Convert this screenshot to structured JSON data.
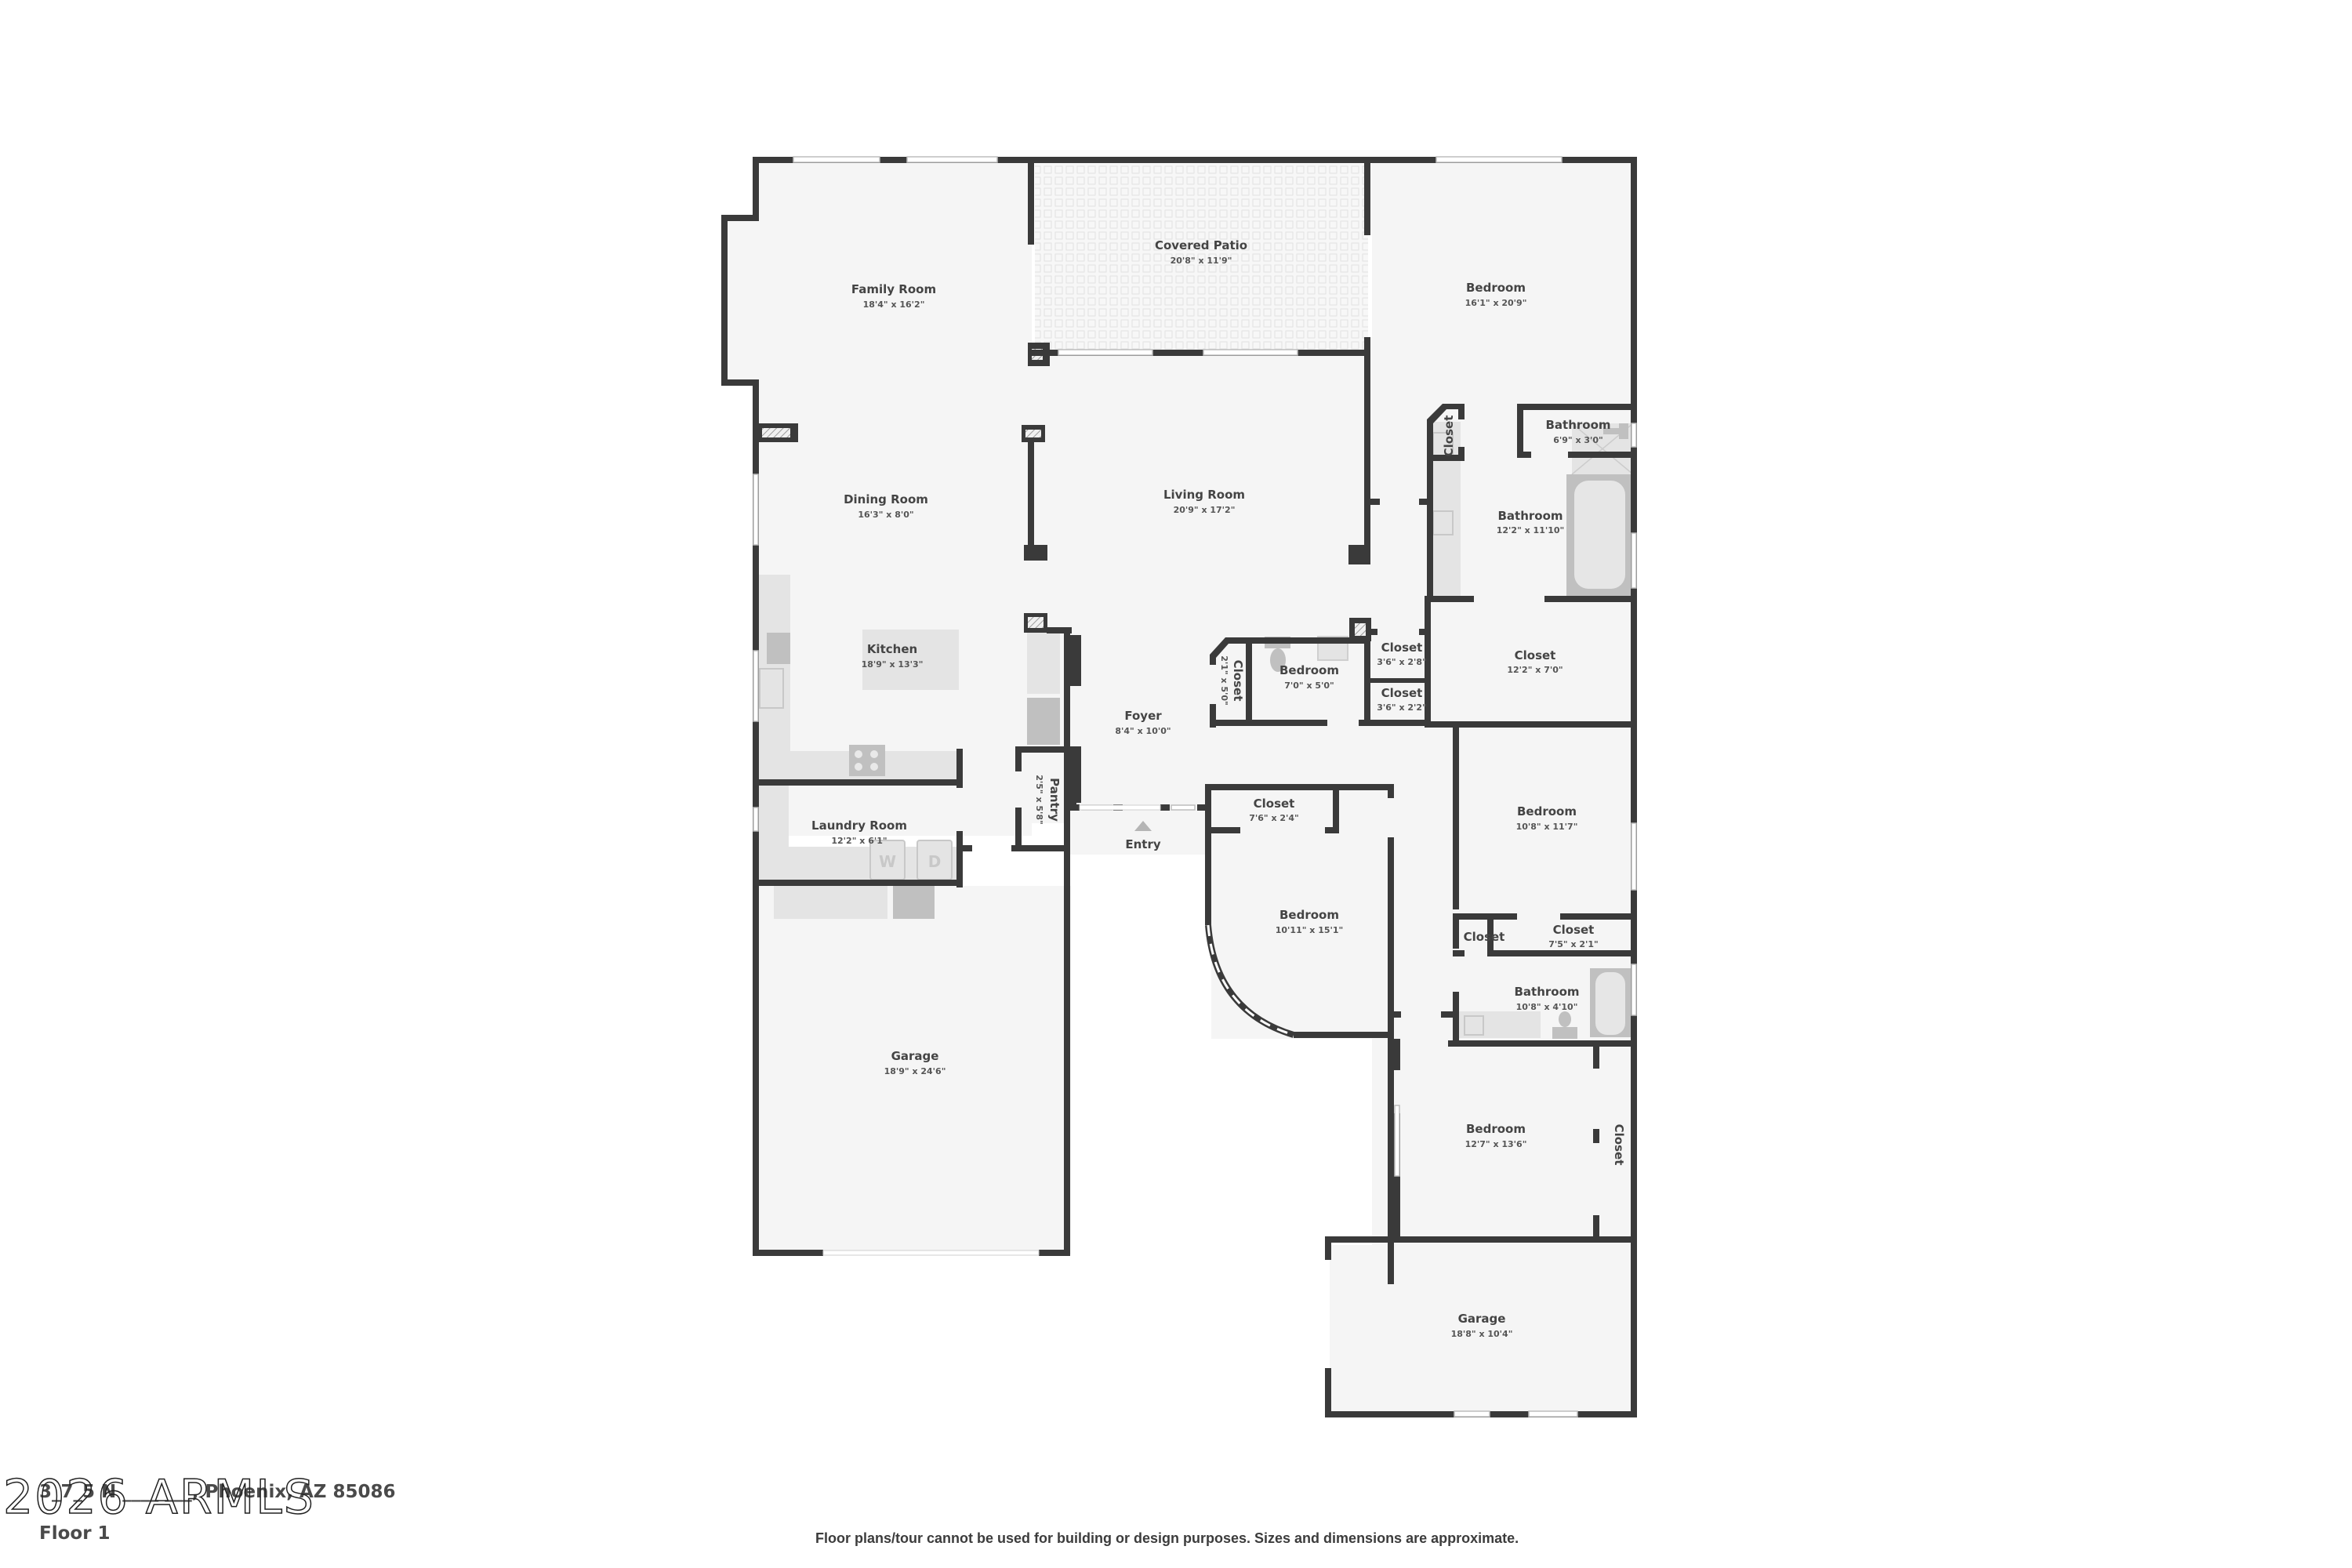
{
  "plan": {
    "floor_label": "Floor 1",
    "address": "3_7_5 N ____ ___, Phoenix, AZ 85086",
    "watermark": "2026 ARMLS",
    "disclaimer": "Floor plans/tour cannot be used for building or design purposes. Sizes and dimensions are approximate.",
    "entry_label": "Entry"
  },
  "rooms": [
    {
      "id": "family-room",
      "name": "Family Room",
      "dims": "18'4\" x 16'2\""
    },
    {
      "id": "covered-patio",
      "name": "Covered Patio",
      "dims": "20'8\" x 11'9\""
    },
    {
      "id": "primary-bedroom",
      "name": "Bedroom",
      "dims": "16'1\" x 20'9\""
    },
    {
      "id": "dining-room",
      "name": "Dining Room",
      "dims": "16'3\" x 8'0\""
    },
    {
      "id": "living-room",
      "name": "Living Room",
      "dims": "20'9\" x 17'2\""
    },
    {
      "id": "primary-closet-small",
      "name": "Closet",
      "dims": ""
    },
    {
      "id": "primary-toilet",
      "name": "Bathroom",
      "dims": "6'9\" x 3'0\""
    },
    {
      "id": "primary-bathroom",
      "name": "Bathroom",
      "dims": "12'2\" x 11'10\""
    },
    {
      "id": "kitchen",
      "name": "Kitchen",
      "dims": "18'9\" x 13'3\""
    },
    {
      "id": "foyer",
      "name": "Foyer",
      "dims": "8'4\" x 10'0\""
    },
    {
      "id": "foyer-closet",
      "name": "Closet",
      "dims": "2'1\" x 5'0\""
    },
    {
      "id": "half-bath",
      "name": "Bedroom",
      "dims": "7'0\" x 5'0\""
    },
    {
      "id": "hall-closet-1",
      "name": "Closet",
      "dims": "3'6\" x 2'8\""
    },
    {
      "id": "hall-closet-2",
      "name": "Closet",
      "dims": "3'6\" x 2'2\""
    },
    {
      "id": "walk-in-closet",
      "name": "Closet",
      "dims": "12'2\" x 7'0\""
    },
    {
      "id": "pantry",
      "name": "Pantry",
      "dims": "2'5\" x 5'8\""
    },
    {
      "id": "laundry-room",
      "name": "Laundry Room",
      "dims": "12'2\" x 6'1\""
    },
    {
      "id": "front-closet",
      "name": "Closet",
      "dims": "7'6\" x 2'4\""
    },
    {
      "id": "bedroom-2",
      "name": "Bedroom",
      "dims": "10'8\" x 11'7\""
    },
    {
      "id": "bedroom-3",
      "name": "Bedroom",
      "dims": "10'11\" x 15'1\""
    },
    {
      "id": "bed2-closet-small",
      "name": "Closet",
      "dims": ""
    },
    {
      "id": "bed2-closet",
      "name": "Closet",
      "dims": "7'5\" x 2'1\""
    },
    {
      "id": "bathroom-2",
      "name": "Bathroom",
      "dims": "10'8\" x 4'10\""
    },
    {
      "id": "garage-main",
      "name": "Garage",
      "dims": "18'9\" x 24'6\""
    },
    {
      "id": "bedroom-4",
      "name": "Bedroom",
      "dims": "12'7\" x 13'6\""
    },
    {
      "id": "bed4-closet",
      "name": "Closet",
      "dims": ""
    },
    {
      "id": "garage-2",
      "name": "Garage",
      "dims": "18'8\" x 10'4\""
    }
  ],
  "appliances": {
    "washer": "W",
    "dryer": "D"
  },
  "colors": {
    "wall": "#3a3a3a",
    "floor": "#f5f5f5",
    "fixture": "#e4e4e4",
    "text": "#444444"
  }
}
